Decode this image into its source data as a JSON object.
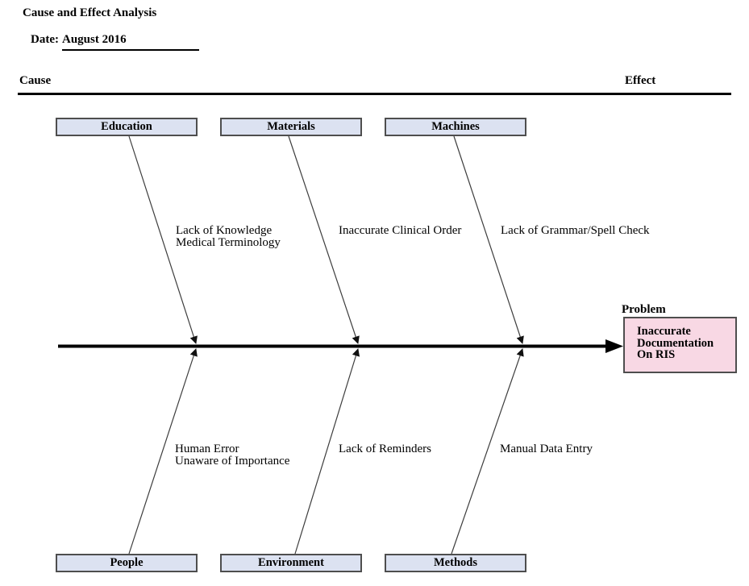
{
  "header": {
    "title": "Cause and Effect Analysis",
    "date_label": "Date:",
    "date_value": "August 2016",
    "cause_label": "Cause",
    "effect_label": "Effect"
  },
  "problem": {
    "label": "Problem",
    "box_lines": [
      "Inaccurate",
      "Documentation",
      "On RIS"
    ]
  },
  "categories": {
    "top": [
      {
        "label": "Education",
        "cause_lines": [
          "Lack of Knowledge",
          "Medical Terminology"
        ]
      },
      {
        "label": "Materials",
        "cause_lines": [
          "Inaccurate Clinical Order"
        ]
      },
      {
        "label": "Machines",
        "cause_lines": [
          "Lack of Grammar/Spell Check"
        ]
      }
    ],
    "bottom": [
      {
        "label": "People",
        "cause_lines": [
          "Human Error",
          "Unaware of Importance"
        ]
      },
      {
        "label": "Environment",
        "cause_lines": [
          "Lack of Reminders"
        ]
      },
      {
        "label": "Methods",
        "cause_lines": [
          "Manual Data Entry"
        ]
      }
    ]
  },
  "colors": {
    "category_box_fill": "#dce2f1",
    "category_box_border": "#4e4e4e",
    "problem_box_fill": "#f8d8e4",
    "problem_box_border": "#4e4e4e",
    "spine_color": "#000000",
    "branch_line_color": "#3d3d3d"
  }
}
